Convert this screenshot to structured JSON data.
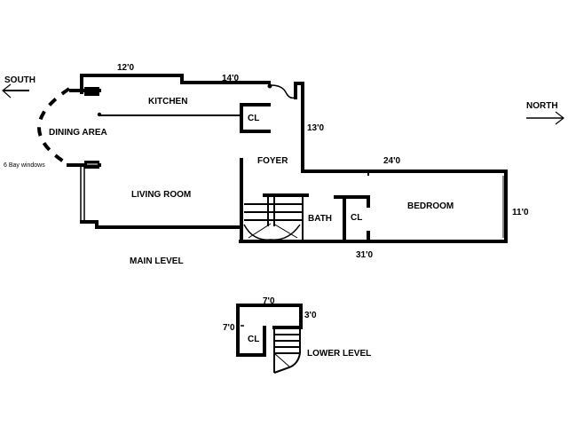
{
  "compass": {
    "south": "SOUTH",
    "north": "NORTH"
  },
  "rooms": {
    "kitchen": "KITCHEN",
    "dining": "DINING AREA",
    "living": "LIVING ROOM",
    "foyer": "FOYER",
    "closet1": "CL",
    "bath": "BATH",
    "closet2": "CL",
    "bedroom": "BEDROOM",
    "closet3": "CL"
  },
  "dimensions": {
    "d1": "12'0",
    "d2": "14'0",
    "d3": "13'0",
    "d4": "24'0",
    "d5": "11'0",
    "d6": "31'0",
    "d7": "7'0",
    "d8": "7'0",
    "d9": "3'0"
  },
  "notes": {
    "bay": "6 Bay windows"
  },
  "levels": {
    "main": "MAIN LEVEL",
    "lower": "LOWER LEVEL"
  }
}
